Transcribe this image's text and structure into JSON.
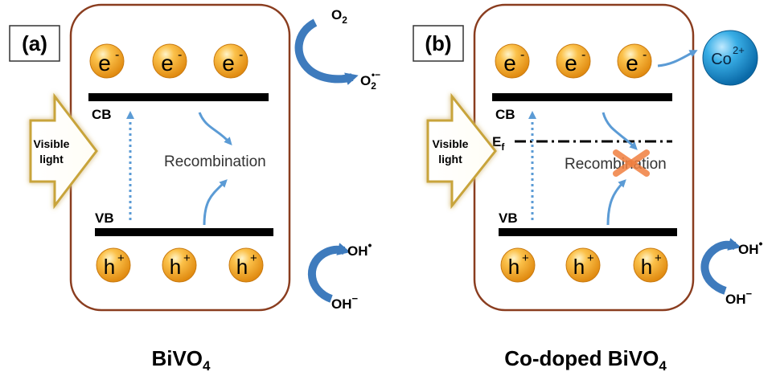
{
  "panel_a": {
    "label": "(a)",
    "cb_label": "CB",
    "vb_label": "VB",
    "visible_light": [
      "Visible",
      "light"
    ],
    "recombination": "Recombination",
    "electron": "e",
    "electron_sup": "-",
    "hole": "h",
    "hole_sup": "+",
    "o2": "O",
    "o2_sub": "2",
    "superoxide": "O",
    "superoxide_sub": "2",
    "superoxide_sup": "•−",
    "hydroxyl_radical": "OH",
    "hydroxyl_radical_sup": "•",
    "hydroxide": "OH",
    "hydroxide_sup": "−",
    "caption": "BiVO",
    "caption_sub": "4"
  },
  "panel_b": {
    "label": "(b)",
    "cb_label": "CB",
    "vb_label": "VB",
    "ef_label": "E",
    "ef_sub": "f",
    "visible_light": [
      "Visible",
      "light"
    ],
    "recombination": "Recombination",
    "electron": "e",
    "electron_sup": "-",
    "hole": "h",
    "hole_sup": "+",
    "cobalt_ion": "Co",
    "cobalt_sup": "2+",
    "hydroxyl_radical": "OH",
    "hydroxyl_radical_sup": "•",
    "hydroxide": "OH",
    "hydroxide_sup": "−",
    "caption": "Co-doped BiVO",
    "caption_sub": "4"
  },
  "colors": {
    "box_border": "#8a3d1f",
    "particle_fill": "#f5a623",
    "arrow_blue": "#5b9bd5",
    "cross": "#f08040",
    "cobalt": "#1f8fd0"
  }
}
